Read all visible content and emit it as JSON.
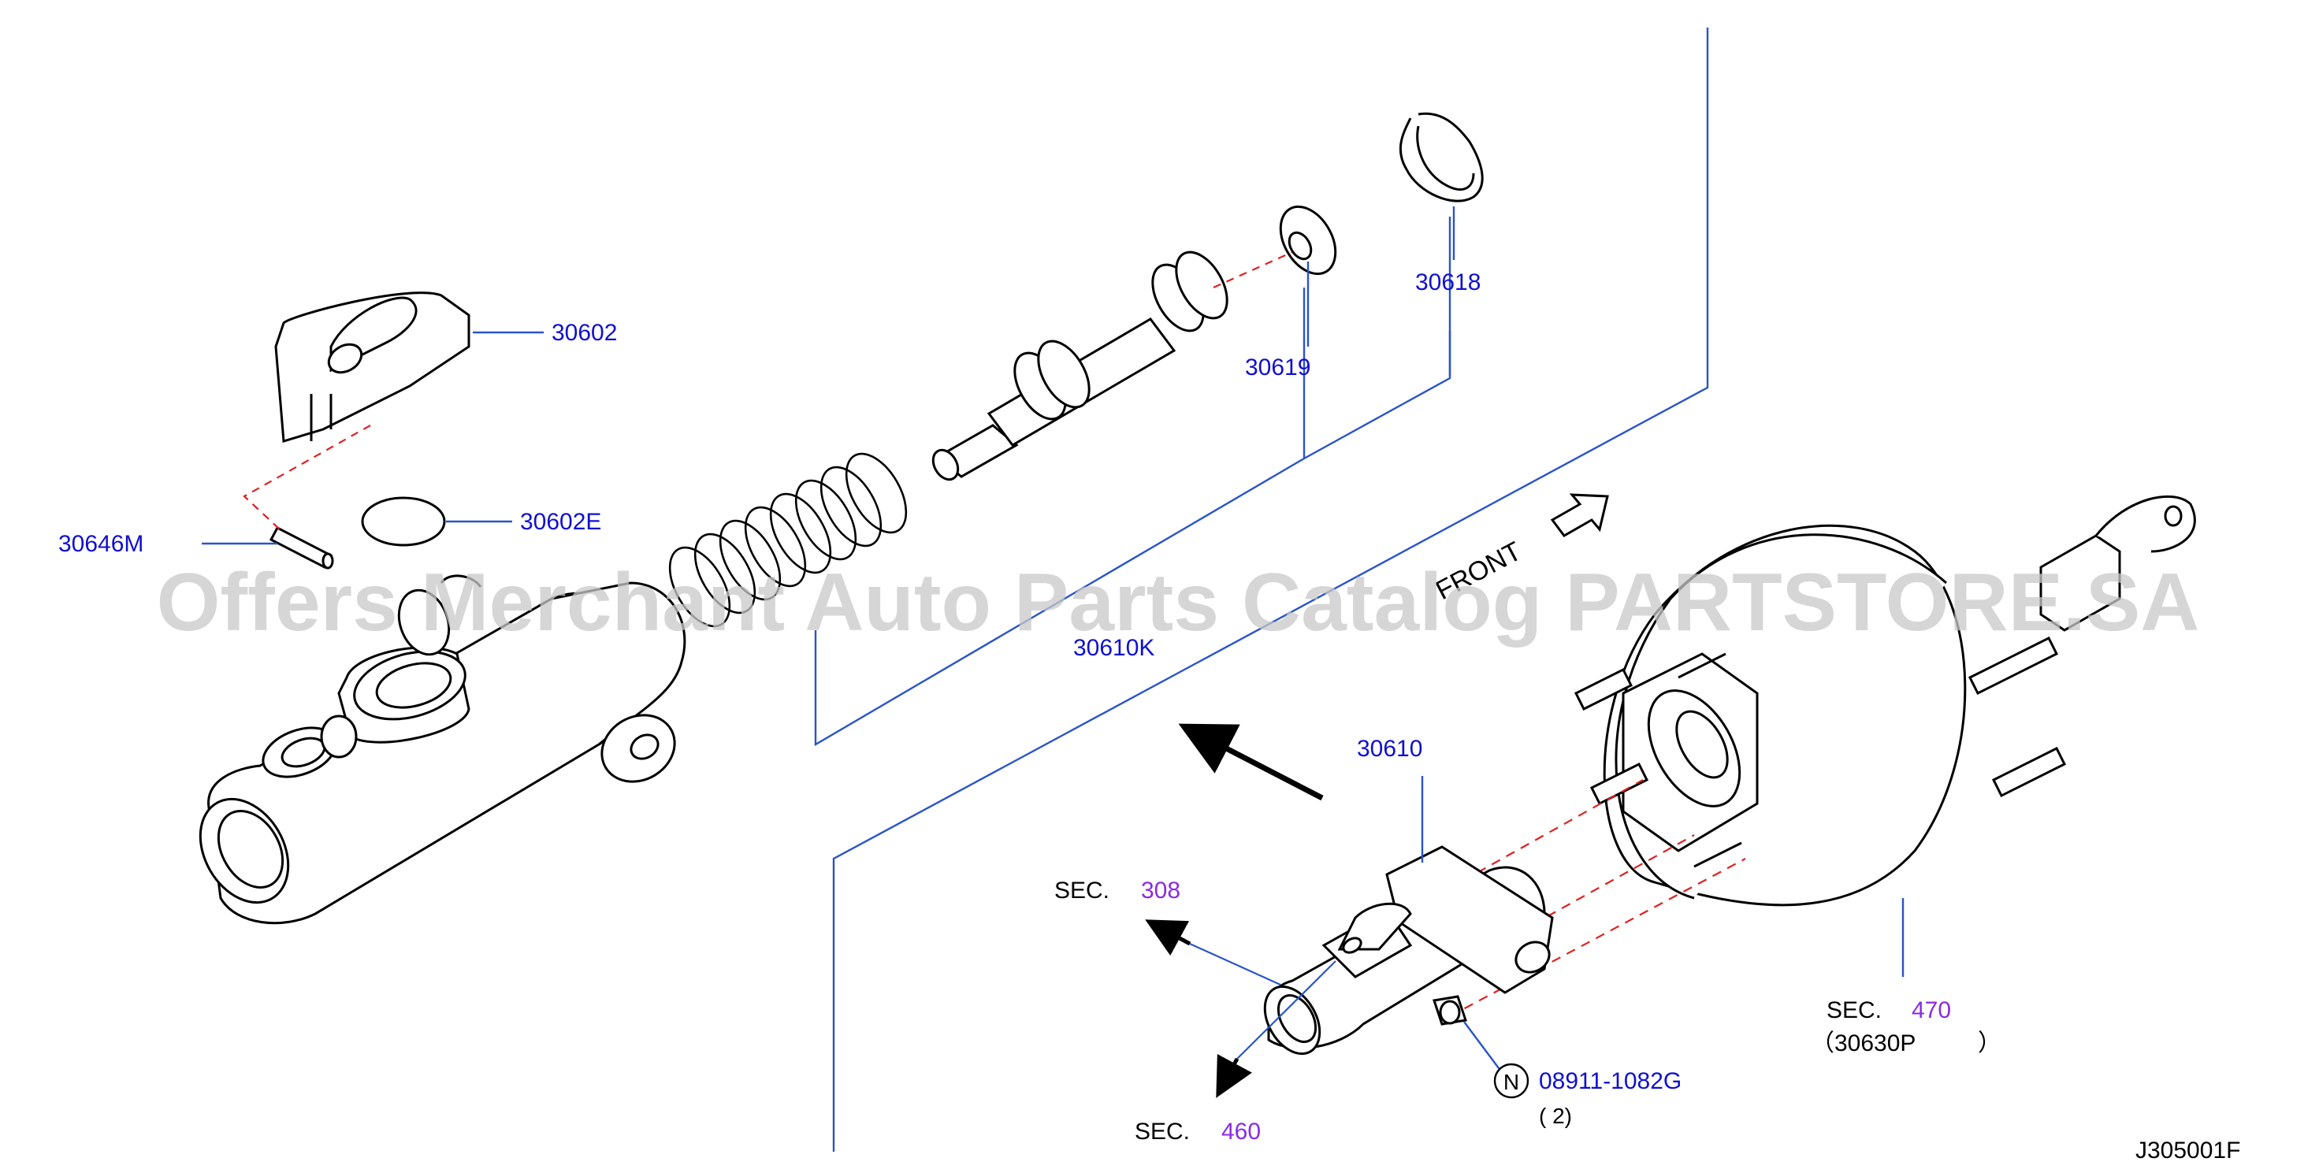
{
  "diagram": {
    "drawing_code": "J305001F",
    "watermark": "Offers Merchant Auto Parts Catalog PARTSTORE.SA",
    "front_label": "FRONT",
    "colors": {
      "line": "#000000",
      "leader": "#2a54c8",
      "callout": "#1010d0",
      "section_ref": "#8a2be2",
      "hidden_line": "#e02020",
      "watermark": "#c8c8c8"
    },
    "callouts": {
      "p30602": "30602",
      "p30602E": "30602E",
      "p30646M": "30646M",
      "p30610K": "30610K",
      "p30619": "30619",
      "p30618": "30618",
      "p30610": "30610",
      "p08911": "08911-1082G",
      "p08911_qty": "( 2)",
      "nut_symbol": "N"
    },
    "sections": {
      "s308": {
        "prefix": "SEC.",
        "number": "308"
      },
      "s460": {
        "prefix": "SEC.",
        "number": "460"
      },
      "s470": {
        "prefix": "SEC.",
        "number": "470",
        "sub_open": "（30630P",
        "sub_close": "）"
      }
    }
  }
}
